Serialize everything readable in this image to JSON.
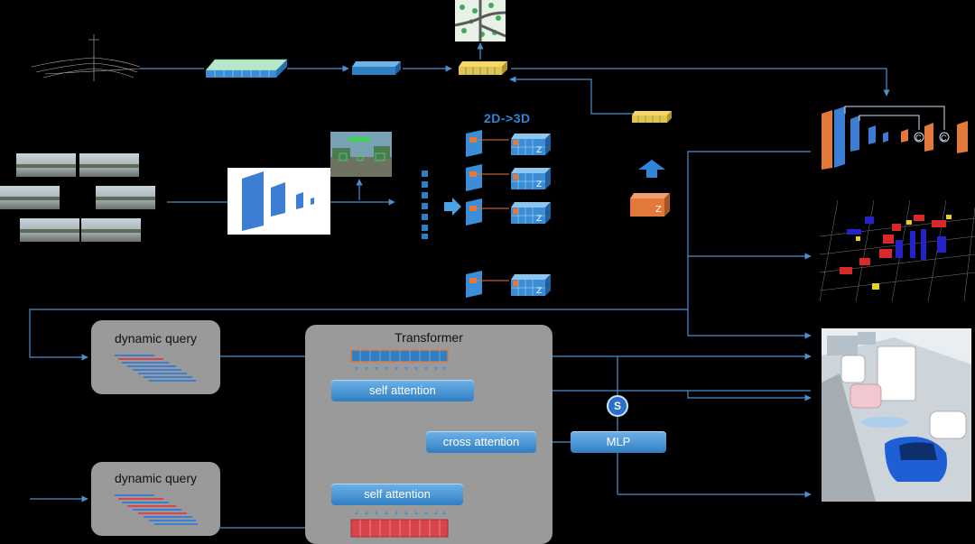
{
  "labels": {
    "transform": "2D->3D",
    "transformer": "Transformer",
    "dynamic_query_top": "dynamic query",
    "dynamic_query_bottom": "dynamic query",
    "self_attention_top": "self attention",
    "self_attention_bottom": "self attention",
    "cross_attention": "cross attention",
    "mlp": "MLP",
    "s_node": "S",
    "z": "Z"
  },
  "icons": {
    "lidar": "lidar-pointcloud-icon",
    "map": "road-map-icon",
    "backbone": "cnn-backbone-icon",
    "unet": "unet-decoder-icon",
    "occupancy": "3d-occupancy-icon",
    "scene": "driving-scene-icon"
  },
  "colors": {
    "background": "#000000",
    "wire": "#4a8fd0",
    "panel": "#9a9a9a",
    "block": "#3f8fd3",
    "orange": "#e2793a",
    "yellow": "#e6c346",
    "red": "#d9434a",
    "text_blue": "#2f86d6"
  }
}
